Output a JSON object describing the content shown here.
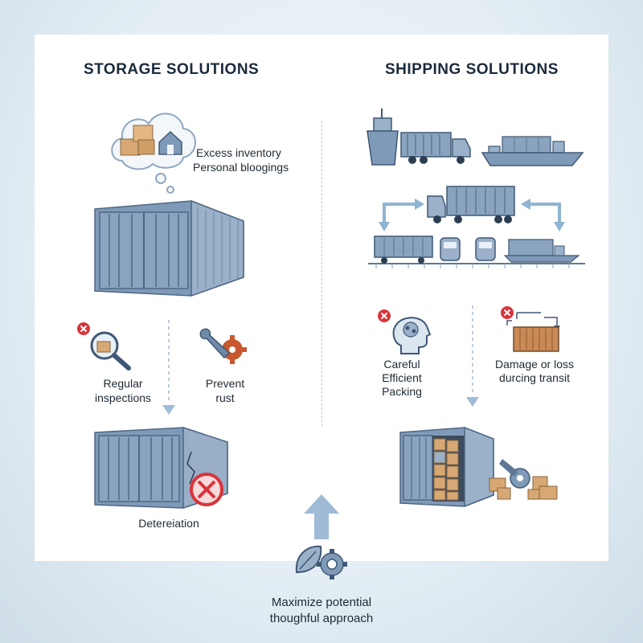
{
  "storage": {
    "title": "STORAGE SOLUTIONS",
    "thought": [
      "Excess inventory",
      "Personal bloogings"
    ],
    "inspect_label": [
      "Regular",
      "inspections"
    ],
    "rust_label": [
      "Prevent",
      "rust"
    ],
    "deterioration_label": "Detereiation"
  },
  "shipping": {
    "title": "SHIPPING SOLUTIONS",
    "packing_label": [
      "Careful",
      "Efficient",
      "Packing"
    ],
    "damage_label": [
      "Damage or loss",
      "durcing transit"
    ]
  },
  "footer": {
    "line1": "Maximize potential",
    "line2": "thoughful approach"
  },
  "colors": {
    "container": "#7f9ab8",
    "container_dark": "#5d7896",
    "box": "#d7a874",
    "warning": "#d8343b",
    "accent": "#8fb4d3"
  }
}
